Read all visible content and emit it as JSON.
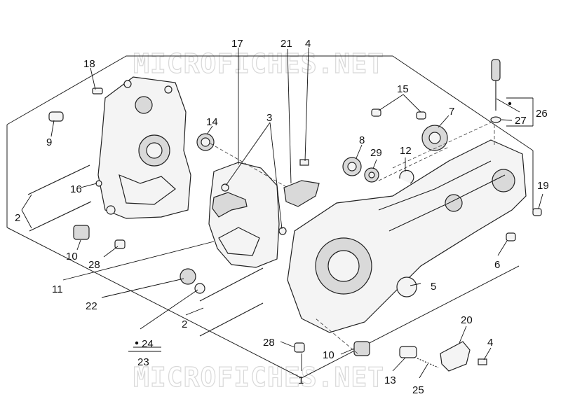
{
  "watermark": "MICROFICHES.NET",
  "callouts": {
    "c1": "1",
    "c2a": "2",
    "c2b": "2",
    "c3": "3",
    "c4a": "4",
    "c4b": "4",
    "c5": "5",
    "c6": "6",
    "c7": "7",
    "c8": "8",
    "c9": "9",
    "c10a": "10",
    "c10b": "10",
    "c11": "11",
    "c12": "12",
    "c13": "13",
    "c14": "14",
    "c15": "15",
    "c16": "16",
    "c17": "17",
    "c18": "18",
    "c19": "19",
    "c20": "20",
    "c21": "21",
    "c22": "22",
    "c23": "23",
    "c24": "24",
    "c25": "25",
    "c26": "26",
    "c27": "27",
    "c28a": "28",
    "c28b": "28",
    "c29": "29"
  }
}
